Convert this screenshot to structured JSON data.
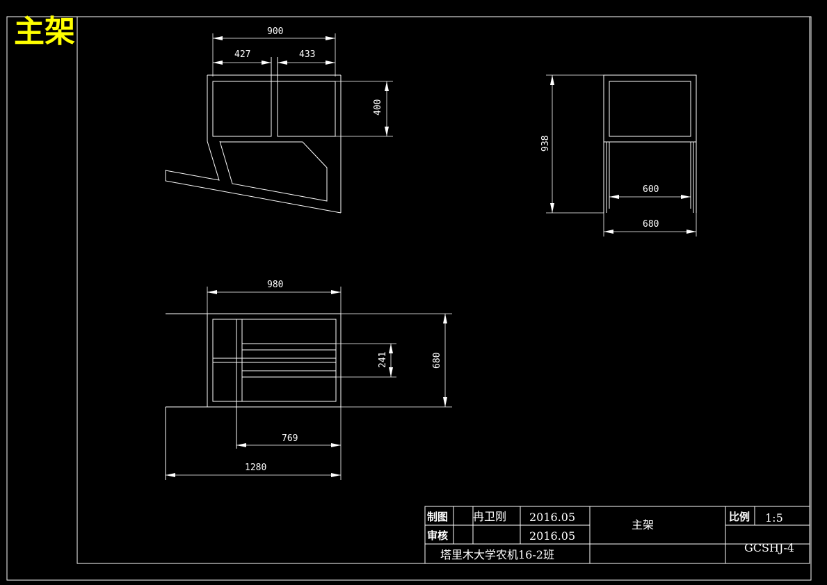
{
  "drawing_title": "主架",
  "colors": {
    "background": "#000000",
    "lines": "#ffffff",
    "title": "#ffff00"
  },
  "front_view": {
    "dim_total_width": "900",
    "dim_left_width": "427",
    "dim_right_width": "433",
    "dim_box_height": "400"
  },
  "side_view": {
    "dim_height": "938",
    "dim_inner_width": "600",
    "dim_outer_width": "680"
  },
  "top_view": {
    "dim_frame_width": "980",
    "dim_center_gap": "241",
    "dim_depth": "680",
    "dim_partial_length": "769",
    "dim_total_length": "1280"
  },
  "title_block": {
    "drawn_label": "制图",
    "drawn_name": "冉卫刚",
    "drawn_date": "2016.05",
    "checked_label": "审核",
    "checked_date": "2016.05",
    "organization": "塔里木大学农机16-2班",
    "part_name": "主架",
    "scale_label": "比例",
    "scale_value": "1:5",
    "drawing_number": "GCSHJ-4"
  }
}
